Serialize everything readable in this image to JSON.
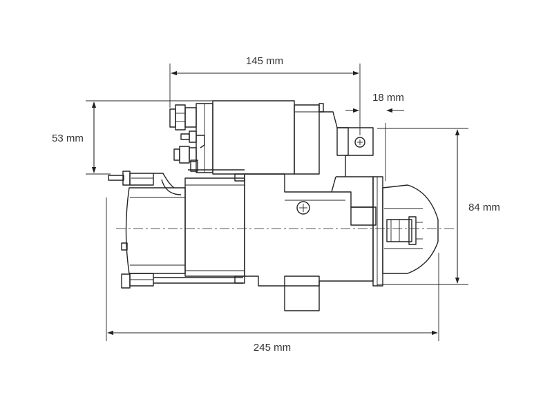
{
  "dimensions": {
    "top_width": "145 mm",
    "flange_offset": "18 mm",
    "solenoid_height": "53 mm",
    "nose_height": "84 mm",
    "overall_length": "245 mm"
  },
  "colors": {
    "line": "#222222",
    "text": "#333333",
    "background": "#ffffff"
  }
}
